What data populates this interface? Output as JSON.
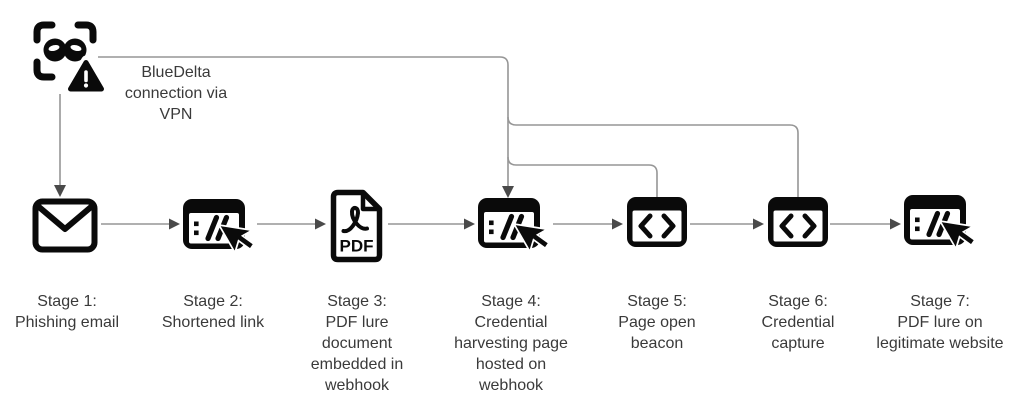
{
  "diagram": {
    "type": "attack-chain-flow",
    "colors": {
      "bg": "#ffffff",
      "line": "#969696",
      "arrow": "#4a4a4a",
      "icon": "#0a0a0a",
      "text": "#3a3a3a"
    },
    "actor": {
      "icon": "masked-threat-actor-alert-icon",
      "label": "BlueDelta\nconnection via\nVPN"
    },
    "stages": [
      {
        "name": "stage-1",
        "icon": "envelope-icon",
        "label": "Stage 1:\nPhishing email"
      },
      {
        "name": "stage-2",
        "icon": "browser-url-cursor-icon",
        "label": "Stage 2:\nShortened link"
      },
      {
        "name": "stage-3",
        "icon": "pdf-file-icon",
        "icon_text": "PDF",
        "label": "Stage 3:\nPDF lure\ndocument\nembedded in\nwebhook"
      },
      {
        "name": "stage-4",
        "icon": "browser-url-cursor-icon",
        "label": "Stage 4:\nCredential\nharvesting page\nhosted on\nwebhook"
      },
      {
        "name": "stage-5",
        "icon": "code-window-icon",
        "label": "Stage 5:\nPage open\nbeacon"
      },
      {
        "name": "stage-6",
        "icon": "code-window-icon",
        "label": "Stage 6:\nCredential\ncapture"
      },
      {
        "name": "stage-7",
        "icon": "browser-url-cursor-icon",
        "label": "Stage 7:\nPDF lure on\nlegitimate website"
      }
    ],
    "edges": [
      {
        "from": "threat-actor",
        "to": "stage-1"
      },
      {
        "from": "threat-actor",
        "to": "stage-4"
      },
      {
        "from": "stage-1",
        "to": "stage-2"
      },
      {
        "from": "stage-2",
        "to": "stage-3"
      },
      {
        "from": "stage-3",
        "to": "stage-4"
      },
      {
        "from": "stage-4",
        "to": "stage-5"
      },
      {
        "from": "stage-5",
        "to": "stage-6"
      },
      {
        "from": "stage-6",
        "to": "stage-7"
      },
      {
        "from": "stage-5",
        "to": "stage-4"
      },
      {
        "from": "stage-6",
        "to": "stage-4"
      }
    ]
  }
}
